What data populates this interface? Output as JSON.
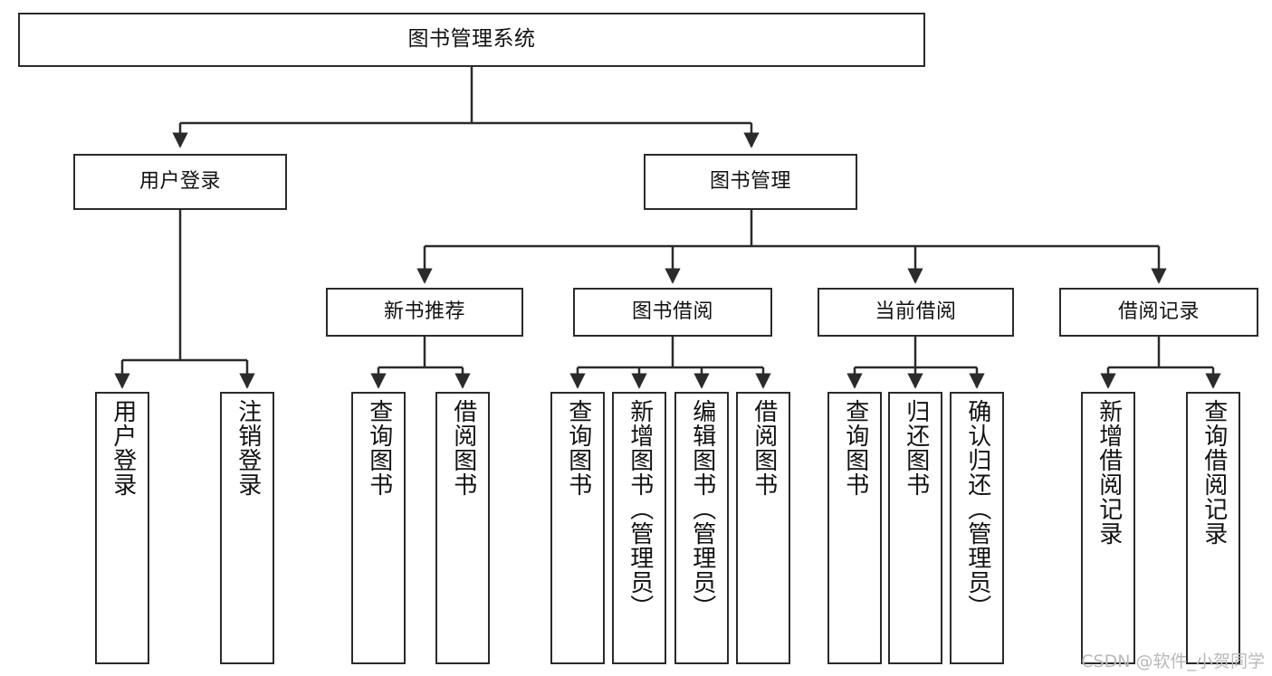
{
  "diagram": {
    "title": "图书管理系统",
    "type": "tree",
    "orientation": "top-down",
    "colors": {
      "stroke": "#2b2b2b",
      "fill": "#ffffff",
      "text": "#111111",
      "watermark": "#b9b9b9"
    }
  },
  "watermark": {
    "text": "CSDN @软件_小贺同学"
  },
  "nodes": {
    "root": {
      "label": "图书管理系统",
      "level": 1
    },
    "level2": [
      {
        "id": "user-login",
        "label": "用户登录"
      },
      {
        "id": "book-management",
        "label": "图书管理"
      }
    ],
    "level3": [
      {
        "id": "new-book-recommend",
        "label": "新书推荐",
        "parent": "book-management"
      },
      {
        "id": "book-borrow",
        "label": "图书借阅",
        "parent": "book-management"
      },
      {
        "id": "current-borrow",
        "label": "当前借阅",
        "parent": "book-management"
      },
      {
        "id": "borrow-record",
        "label": "借阅记录",
        "parent": "book-management"
      }
    ],
    "leaves": [
      {
        "id": "leaf-user-login",
        "label": "用户登录",
        "parent": "user-login"
      },
      {
        "id": "leaf-user-logout",
        "label": "注销登录",
        "parent": "user-login"
      },
      {
        "id": "leaf-query-book-1",
        "label": "查询图书",
        "parent": "new-book-recommend"
      },
      {
        "id": "leaf-borrow-book-1",
        "label": "借阅图书",
        "parent": "new-book-recommend"
      },
      {
        "id": "leaf-query-book-2",
        "label": "查询图书",
        "parent": "book-borrow"
      },
      {
        "id": "leaf-add-book",
        "label": "新增图书（管理员）",
        "parent": "book-borrow"
      },
      {
        "id": "leaf-edit-book",
        "label": "编辑图书（管理员）",
        "parent": "book-borrow"
      },
      {
        "id": "leaf-borrow-book-2",
        "label": "借阅图书",
        "parent": "book-borrow"
      },
      {
        "id": "leaf-query-book-3",
        "label": "查询图书",
        "parent": "current-borrow"
      },
      {
        "id": "leaf-return-book",
        "label": "归还图书",
        "parent": "current-borrow"
      },
      {
        "id": "leaf-confirm-return",
        "label": "确认归还（管理员）",
        "parent": "current-borrow"
      },
      {
        "id": "leaf-add-record",
        "label": "新增借阅记录",
        "parent": "borrow-record"
      },
      {
        "id": "leaf-query-record",
        "label": "查询借阅记录",
        "parent": "borrow-record"
      }
    ]
  }
}
